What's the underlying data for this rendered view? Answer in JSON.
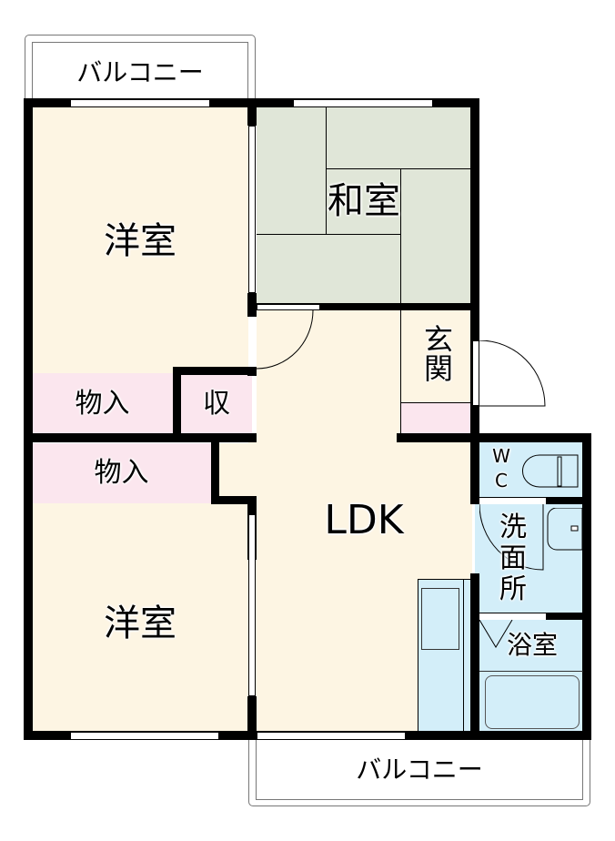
{
  "floorplan": {
    "rooms": {
      "western_room_north": {
        "label": "洋室"
      },
      "japanese_room": {
        "label": "和室"
      },
      "storage_north": {
        "label": "物入"
      },
      "closet": {
        "label": "収"
      },
      "storage_south": {
        "label": "物入"
      },
      "western_room_south": {
        "label": "洋室"
      },
      "ldk": {
        "label": "LDK"
      },
      "entrance": {
        "label": "玄関"
      },
      "toilet": {
        "label": "WC",
        "label_line1": "W",
        "label_line2": "C"
      },
      "washroom": {
        "label": "洗面所",
        "label_line1": "洗",
        "label_line2": "面",
        "label_line3": "所"
      },
      "bathroom": {
        "label": "浴室"
      }
    },
    "balconies": {
      "north": {
        "label": "バルコニー"
      },
      "south": {
        "label": "バルコニー"
      }
    },
    "colors": {
      "western_floor": "#fdf5e3",
      "tatami": "#e0e6d8",
      "storage": "#fbe6ee",
      "wet_area": "#d3eef9",
      "wall": "#000000"
    }
  }
}
